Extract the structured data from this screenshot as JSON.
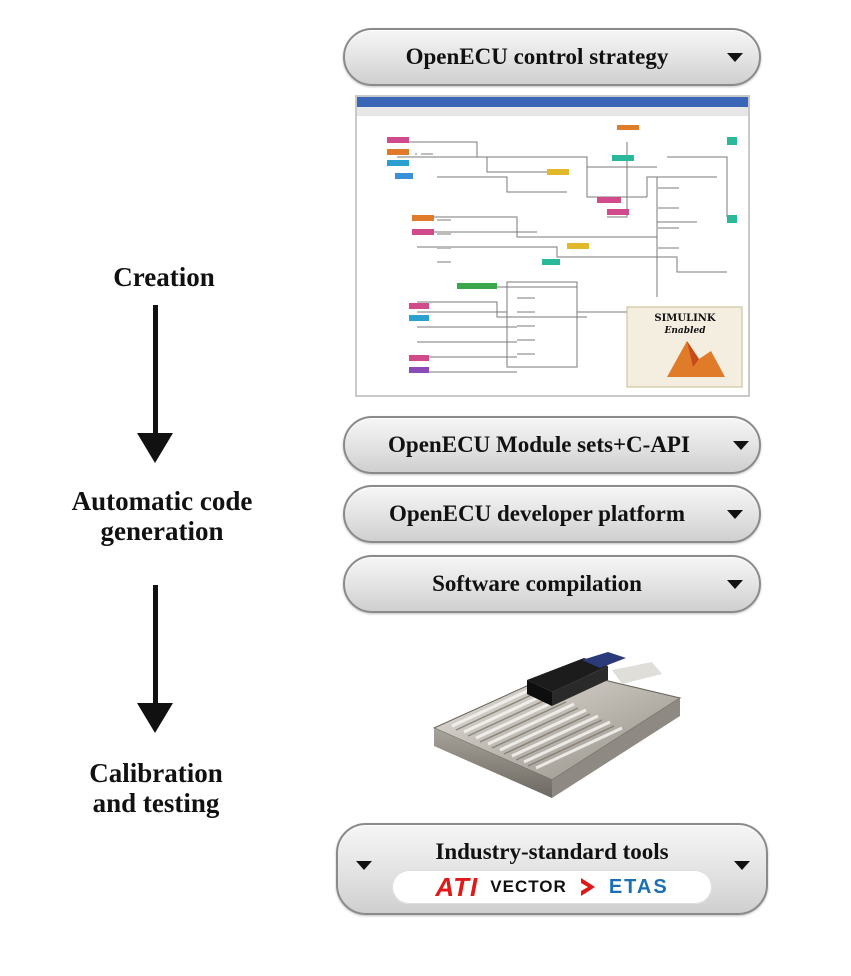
{
  "stages": {
    "creation": "Creation",
    "code_generation_line1": "Automatic code",
    "code_generation_line2": "generation",
    "calibration_line1": "Calibration",
    "calibration_line2": "and testing"
  },
  "steps": {
    "control_strategy": "OpenECU control strategy",
    "module_sets": "OpenECU Module sets+C-API",
    "developer_platform": "OpenECU developer platform",
    "software_compilation": "Software compilation",
    "industry_tools": "Industry-standard tools"
  },
  "tool_logos": {
    "ati": "ATI",
    "vector": "VECTOR",
    "etas": "ETAS"
  },
  "simulink_badge": {
    "line1": "SIMULINK",
    "line2": "Enabled"
  },
  "colors": {
    "arrow": "#111111",
    "ati_red": "#e01818",
    "etas_blue": "#1b6fb5",
    "vector_chevron": "#e01818"
  },
  "icons": {
    "dropdown": "triangle-down",
    "arrow": "down-arrow"
  }
}
